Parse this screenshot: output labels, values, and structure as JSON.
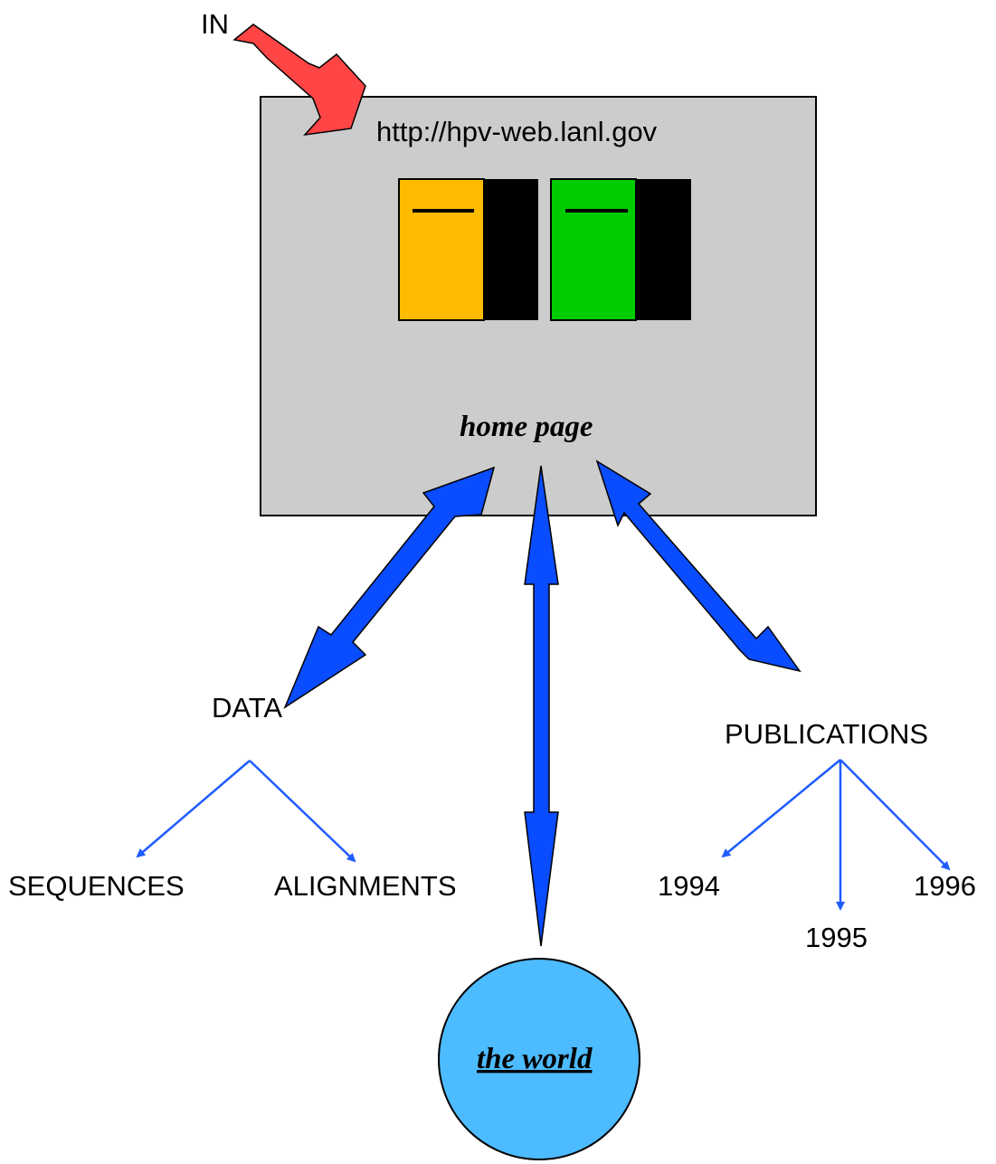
{
  "entry": {
    "label": "IN"
  },
  "home": {
    "url": "http://hpv-web.lanl.gov",
    "caption": "home page"
  },
  "data": {
    "label": "DATA",
    "children": [
      "SEQUENCES",
      "ALIGNMENTS"
    ]
  },
  "publications": {
    "label": "PUBLICATIONS",
    "years": [
      "1994",
      "1995",
      "1996"
    ]
  },
  "world": {
    "label": "the world"
  },
  "colors": {
    "box_fill": "#cccccc",
    "in_arrow": "#ff4545",
    "link_arrow": "#0a4cff",
    "thin_arrow": "#1f5cff",
    "book_orange": "#ffbb00",
    "book_green": "#00cc00",
    "book_spine": "#000000",
    "world_fill": "#4dbbff"
  }
}
